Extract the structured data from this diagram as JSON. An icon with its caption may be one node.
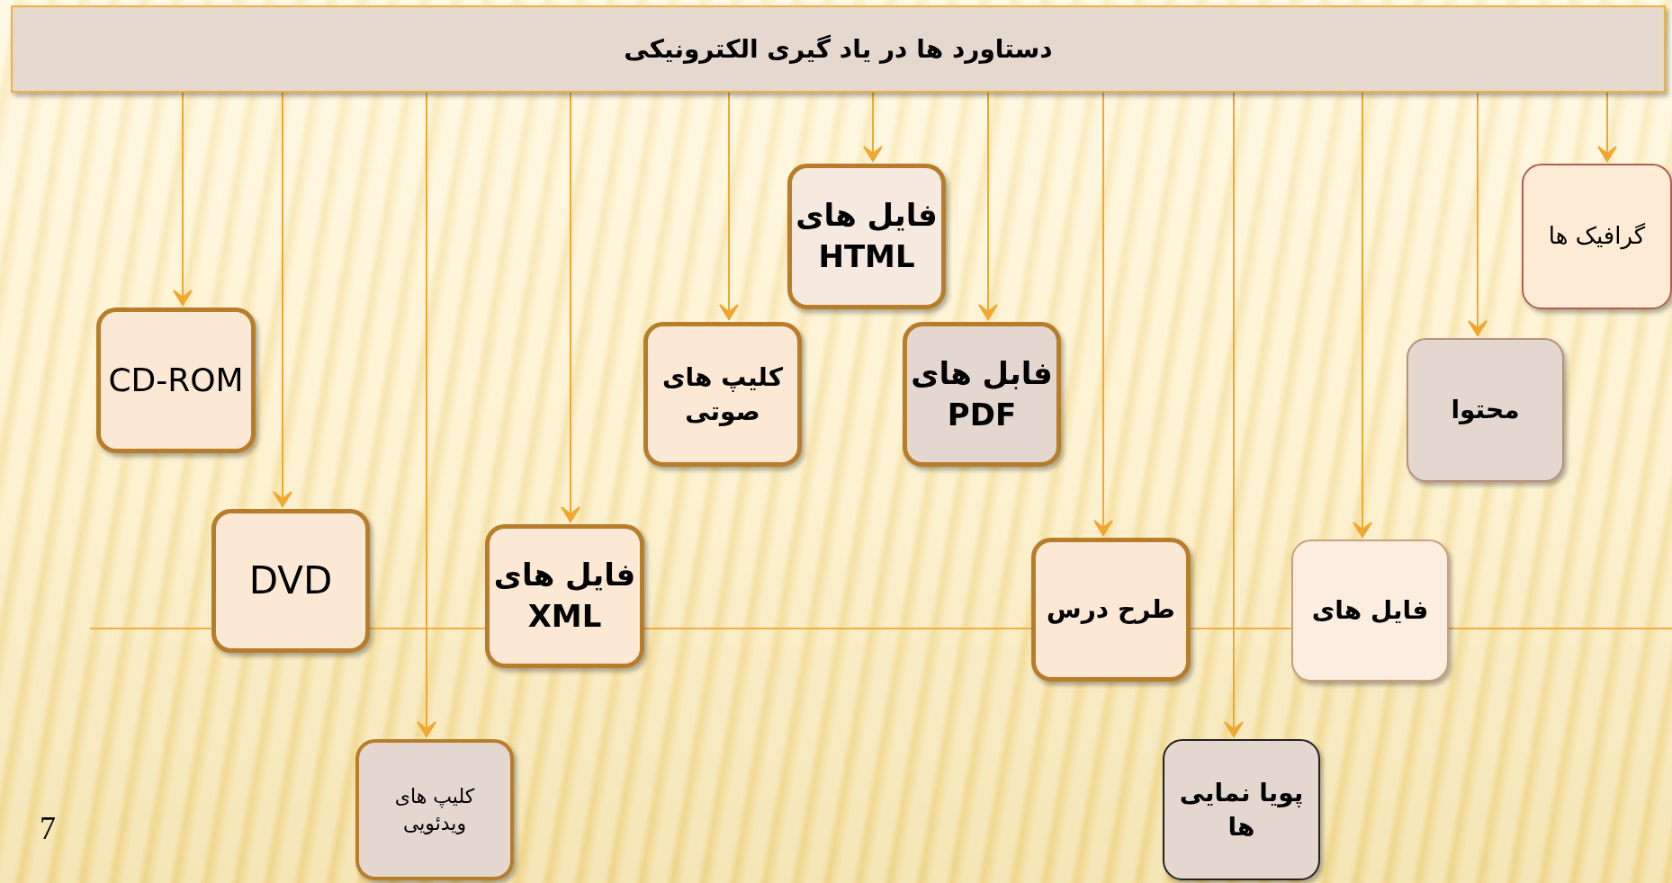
{
  "diagram": {
    "nodes": [
      {
        "text": [
          "دستاورد ها در یاد گیری الکترونیکی"
        ]
      },
      {
        "text": [
          "CD-ROM"
        ]
      },
      {
        "text": [
          "DVD"
        ]
      },
      {
        "text": [
          "کلیپ های ویدئویی"
        ]
      },
      {
        "text": [
          "فایل های XML"
        ]
      },
      {
        "text": [
          "کلیپ های صوتی"
        ]
      },
      {
        "text": [
          "فایل های HTML"
        ]
      },
      {
        "text": [
          "فابل های PDF"
        ]
      },
      {
        "text": [
          "طرح درس"
        ]
      },
      {
        "text": [
          "پویا نمایی ها"
        ]
      },
      {
        "text": [
          "فایل های"
        ]
      },
      {
        "text": [
          "محتوا"
        ]
      },
      {
        "text": [
          "گرافیک ها"
        ]
      }
    ],
    "edges": [
      {
        "from": 0,
        "to": 1,
        "arrow": "to"
      },
      {
        "from": 0,
        "to": 2,
        "arrow": "to"
      },
      {
        "from": 0,
        "to": 3,
        "arrow": "to"
      },
      {
        "from": 0,
        "to": 4,
        "arrow": "to"
      },
      {
        "from": 0,
        "to": 5,
        "arrow": "to"
      },
      {
        "from": 0,
        "to": 6,
        "arrow": "to"
      },
      {
        "from": 0,
        "to": 7,
        "arrow": "to"
      },
      {
        "from": 0,
        "to": 8,
        "arrow": "to"
      },
      {
        "from": 0,
        "to": 9,
        "arrow": "to"
      },
      {
        "from": 0,
        "to": 10,
        "arrow": "to"
      },
      {
        "from": 0,
        "to": 11,
        "arrow": "to"
      },
      {
        "from": 0,
        "to": 12,
        "arrow": "to"
      }
    ],
    "labels": [
      "7"
    ]
  }
}
